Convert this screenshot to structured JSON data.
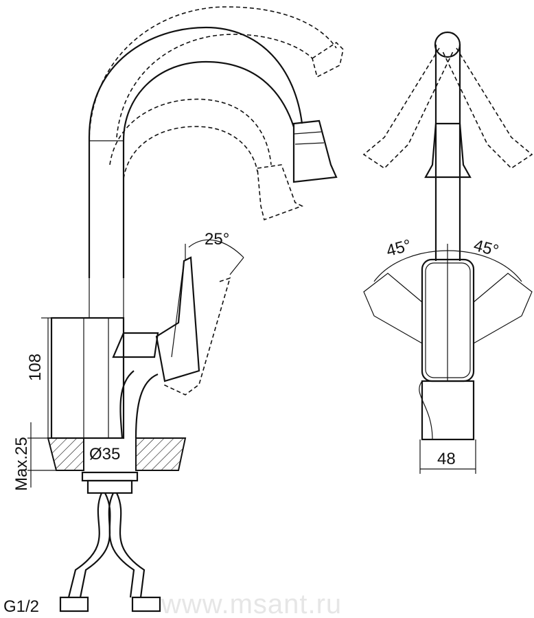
{
  "drawing": {
    "side_view": {
      "handle_angle": "25°",
      "body_height": "108",
      "max_counter_thickness": "Max.25",
      "hole_diameter": "Ø35",
      "thread": "G1/2"
    },
    "front_view": {
      "left_angle": "45°",
      "right_angle": "45°",
      "width": "48"
    },
    "watermark": "www.msant.ru"
  }
}
